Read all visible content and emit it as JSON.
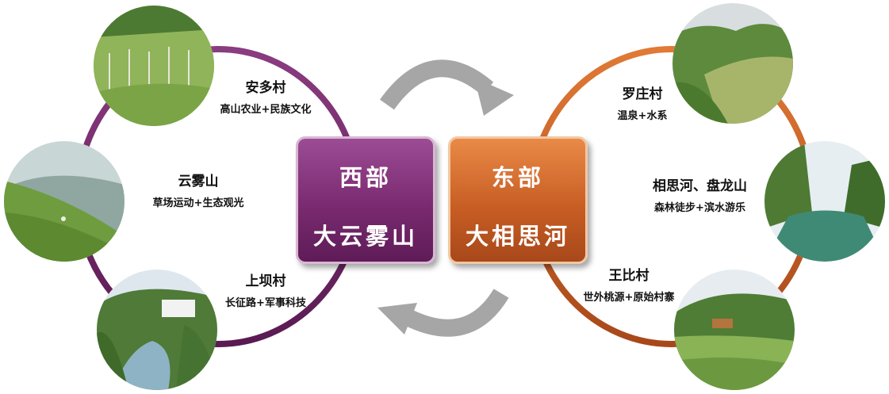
{
  "west": {
    "title": "西部",
    "subtitle": "大云雾山",
    "villages": [
      {
        "name": "安多村",
        "desc": "高山农业+民族文化"
      },
      {
        "name": "云雾山",
        "desc": "草场运动+生态观光"
      },
      {
        "name": "上坝村",
        "desc": "长征路+军事科技"
      }
    ],
    "color": "#7a2a70"
  },
  "east": {
    "title": "东部",
    "subtitle": "大相思河",
    "villages": [
      {
        "name": "罗庄村",
        "desc": "温泉+水系"
      },
      {
        "name": "相思河、盘龙山",
        "desc": "森林徒步+滨水游乐"
      },
      {
        "name": "王比村",
        "desc": "世外桃源+原始村寨"
      }
    ],
    "color": "#c8601e"
  },
  "arrow_color": "#a6a6a6"
}
